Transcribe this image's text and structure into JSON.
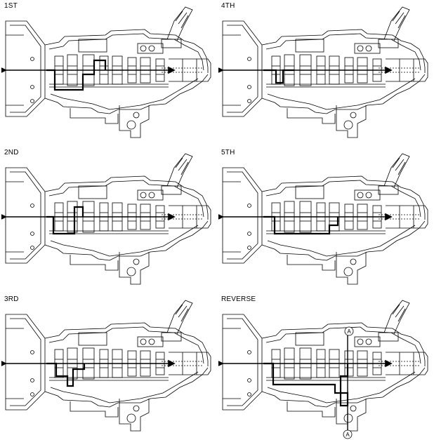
{
  "panels": [
    {
      "id": "1st",
      "label": "1ST"
    },
    {
      "id": "4th",
      "label": "4TH"
    },
    {
      "id": "2nd",
      "label": "2ND"
    },
    {
      "id": "5th",
      "label": "5TH"
    },
    {
      "id": "3rd",
      "label": "3RD"
    },
    {
      "id": "reverse",
      "label": "REVERSE"
    }
  ],
  "callouts": {
    "reverse_top": "A",
    "reverse_bottom": "A"
  },
  "colors": {
    "line": "#000000",
    "background": "#ffffff"
  }
}
